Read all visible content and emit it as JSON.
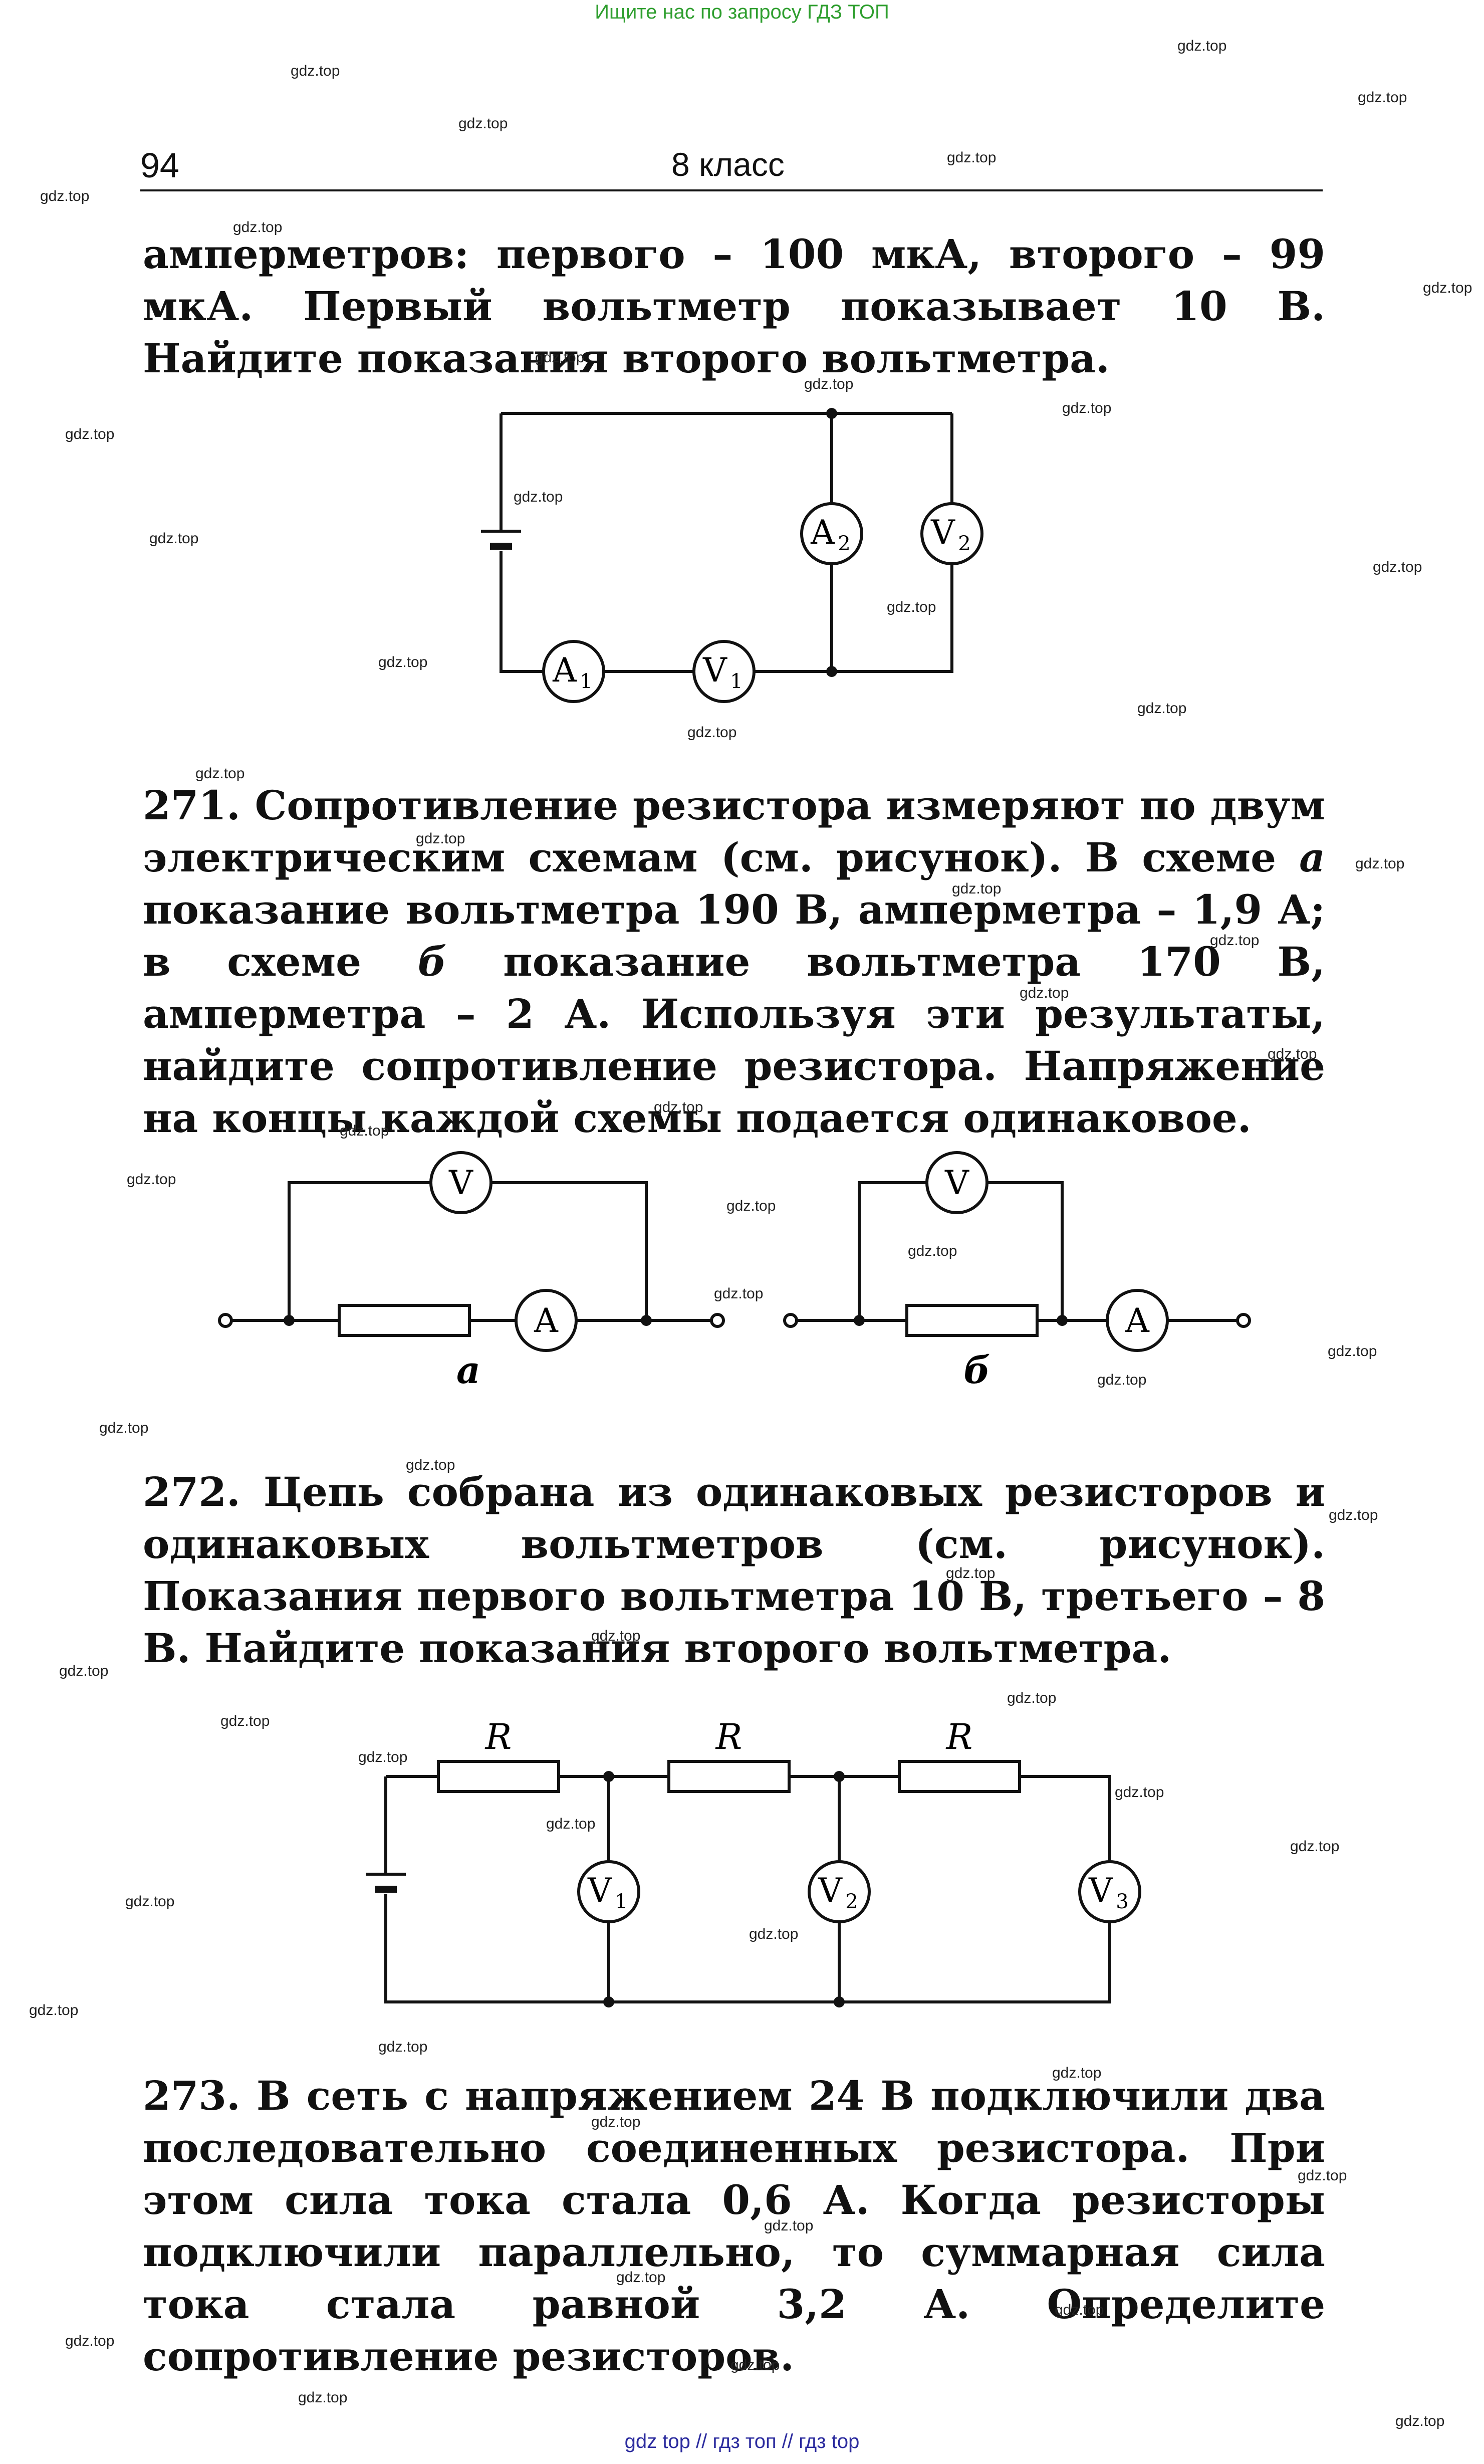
{
  "banner": "Ищите нас по запросу ГДЗ ТОП",
  "header": {
    "page_number": "94",
    "running_title": "8 класс"
  },
  "watermark": "gdz.top",
  "intro": {
    "text": "амперметров: первого – 100 мкА, второго – 99 мкА. Первый вольтметр показывает 10 В. Найдите показания второго вольтметра."
  },
  "figure1": {
    "meters": [
      {
        "letter": "A",
        "sub": "2"
      },
      {
        "letter": "V",
        "sub": "2"
      },
      {
        "letter": "A",
        "sub": "1"
      },
      {
        "letter": "V",
        "sub": "1"
      }
    ]
  },
  "problems": [
    {
      "number": "271.",
      "text_1": "Сопротивление резистора измеряют по двум электрическим схемам (см. рисунок). В схеме ",
      "scheme_a": "а",
      "text_2": " показание вольтметра 190 В, амперметра – 1,9 А; в схеме ",
      "scheme_b": "б",
      "text_3": " показание вольтметра 170 В, амперметра – 2 А. Используя эти результаты, найдите сопротивление резистора. Напряжение на концы каждой схемы подается одинаковое."
    },
    {
      "number": "272.",
      "text": "Цепь собрана из одинаковых резисторов и одинаковых вольтметров (см. рисунок). Показания первого вольтметра 10 В, третьего – 8 В. Найдите показания второго вольтметра."
    },
    {
      "number": "273.",
      "text": "В сеть с напряжением 24 В подключили два последовательно соединенных резистора. При этом сила тока стала 0,6 А. Когда резисторы подключили параллельно, то суммарная сила тока стала равной 3,2 А. Определите сопротивление резисторов."
    }
  ],
  "figure2": {
    "voltmeter": "V",
    "ammeter": "A",
    "label_a": "а",
    "label_b": "б"
  },
  "figure3": {
    "resistor_label": "R",
    "voltmeters": [
      {
        "letter": "V",
        "sub": "1"
      },
      {
        "letter": "V",
        "sub": "2"
      },
      {
        "letter": "V",
        "sub": "3"
      }
    ]
  },
  "footer": "gdz top  //  гдз топ  //  гдз top"
}
